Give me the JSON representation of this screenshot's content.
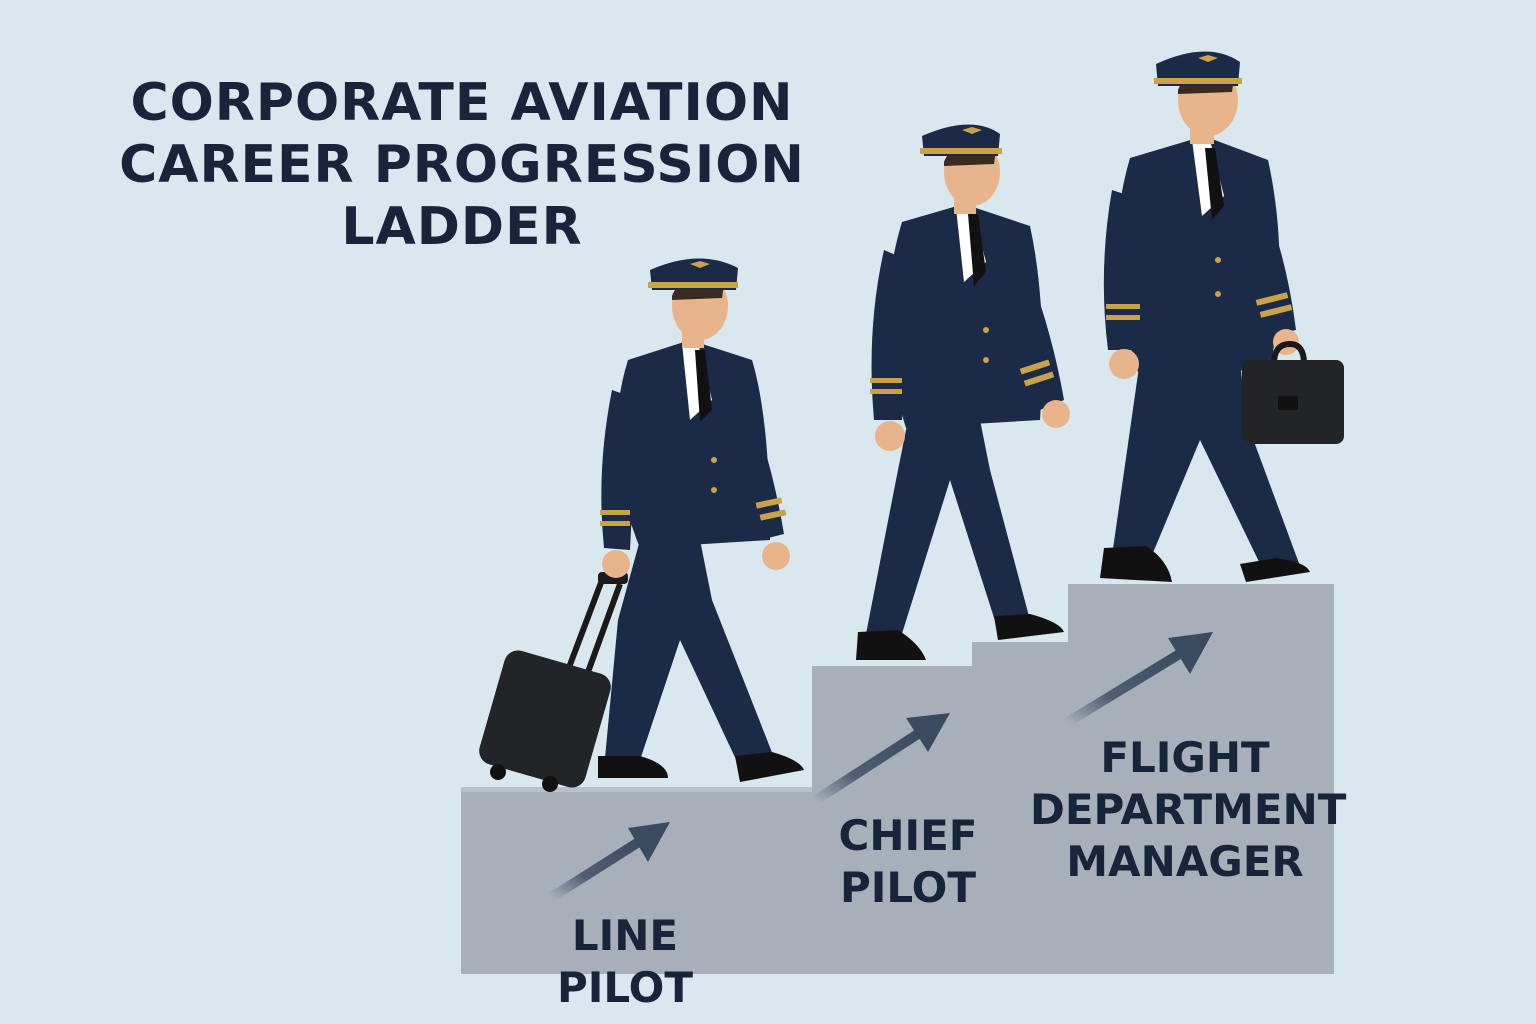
{
  "title": {
    "line1": "CORPORATE AVIATION",
    "line2": "CAREER PROGRESSION LADDER"
  },
  "steps": [
    {
      "label": "LINE PILOT",
      "figure": "pilot-with-rolling-suitcase"
    },
    {
      "label_line1": "CHIEF",
      "label_line2": "PILOT",
      "figure": "pilot-walking"
    },
    {
      "label_line1": "FLIGHT",
      "label_line2": "DEPARTMENT",
      "label_line3": "MANAGER",
      "figure": "pilot-with-briefcase"
    }
  ],
  "colors": {
    "background": "#d9e7ee",
    "stairs": "#a7afb8",
    "uniform": "#1b2a47",
    "gold": "#c9a24a",
    "text": "#17243a",
    "arrow": "#3a4a5f"
  }
}
